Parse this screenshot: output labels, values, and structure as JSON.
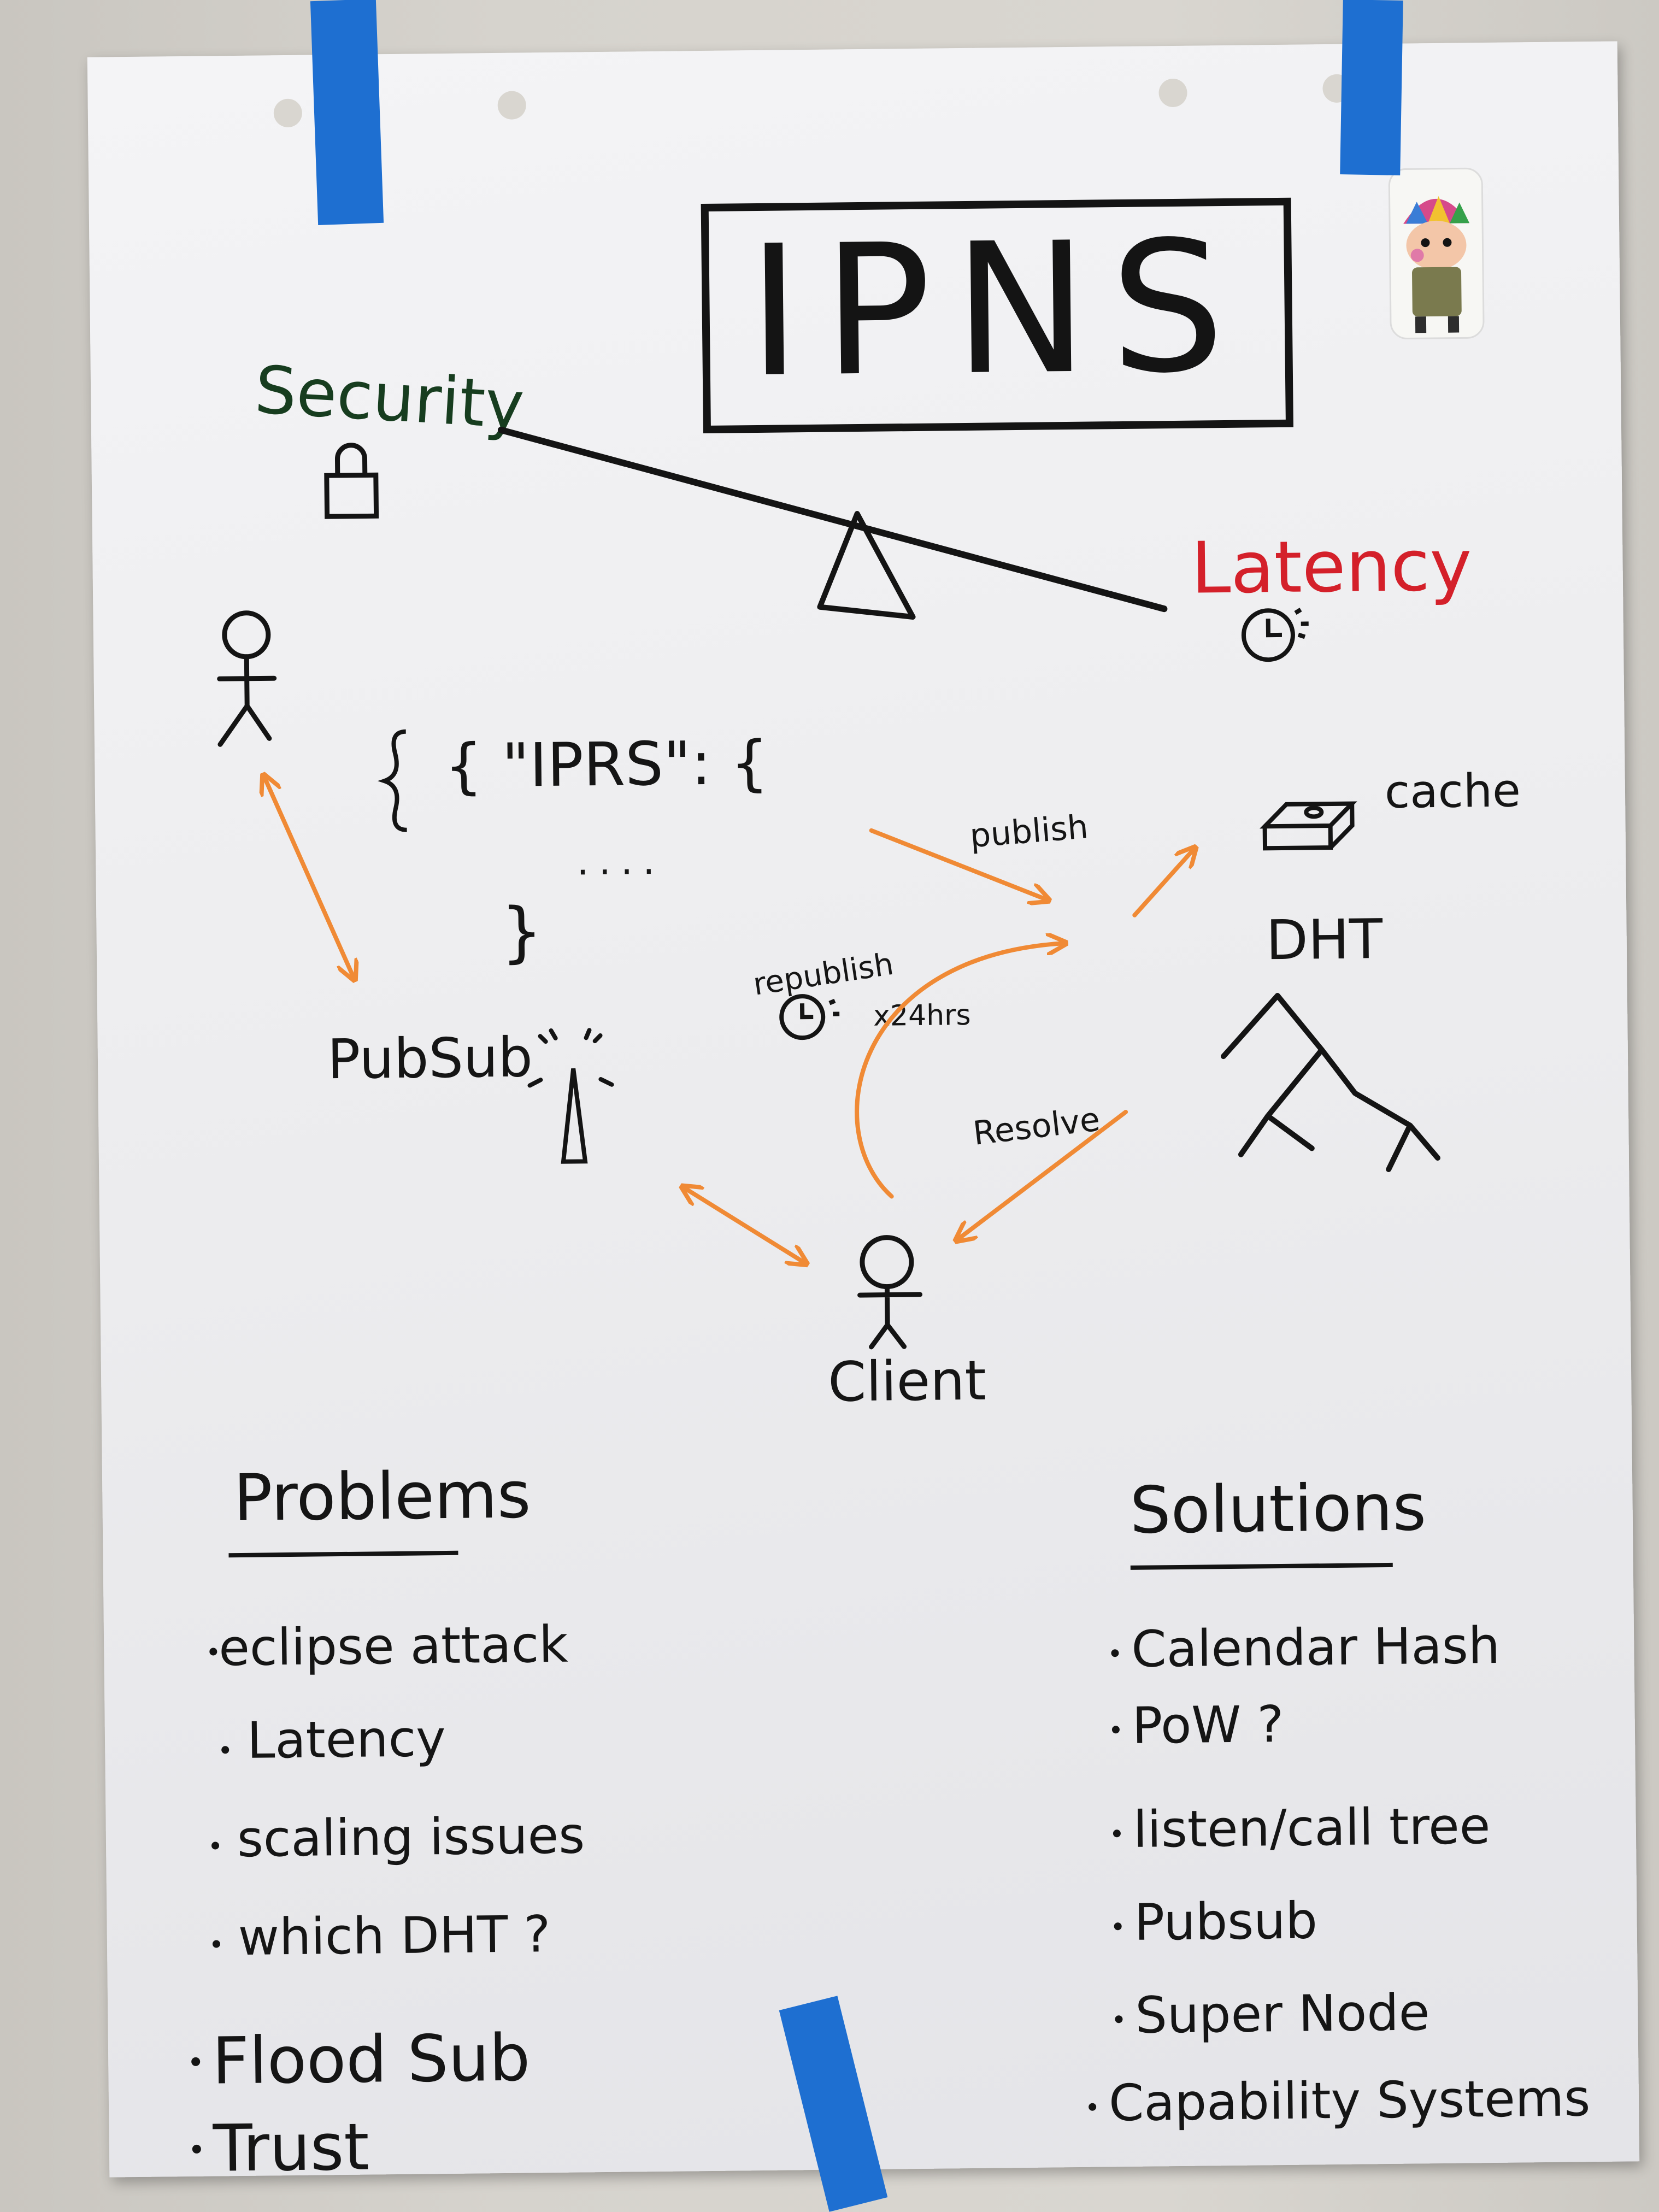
{
  "title": "IPNS",
  "balance": {
    "left_label": "Security",
    "right_label": "Latency"
  },
  "diagram": {
    "code_line_1": "{ \"IPRS\": {",
    "code_dots": "....",
    "code_close": "}",
    "pubsub_label": "PubSub",
    "cache_label": "cache",
    "dht_label": "DHT",
    "publish_label": "publish",
    "republish_label": "republish",
    "interval_label": "x24hrs",
    "resolve_label": "Resolve",
    "client_label": "Client"
  },
  "problems": {
    "heading": "Problems",
    "items": [
      "eclipse attack",
      "Latency",
      "scaling issues",
      "which DHT ?",
      "Flood Sub",
      "Trust"
    ]
  },
  "solutions": {
    "heading": "Solutions",
    "items": [
      "Calendar Hash",
      "PoW ?",
      "listen/call tree",
      "Pubsub",
      "Super Node",
      "Capability Systems"
    ]
  },
  "colors": {
    "ink": "#141414",
    "green_ink": "#173d1f",
    "red_ink": "#d4202a",
    "orange_arrow": "#f08a35",
    "tape": "#1e6fd1"
  },
  "icons": [
    "lock-icon",
    "clock-icon",
    "stick-figure-icon",
    "antenna-icon",
    "cache-box-icon",
    "tree-icon",
    "sticker-character-icon"
  ]
}
